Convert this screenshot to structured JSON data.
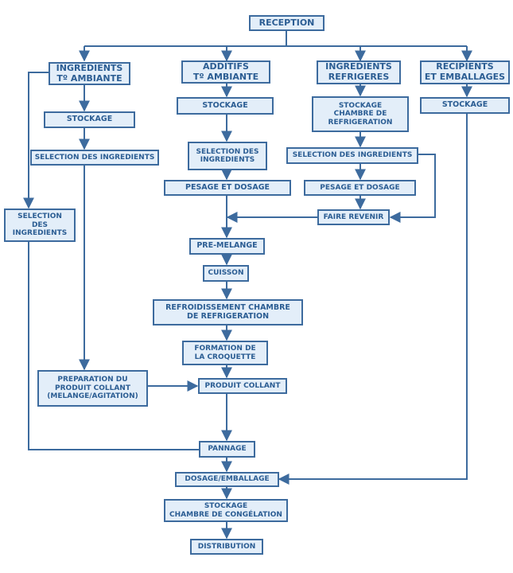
{
  "nodes": {
    "reception": "RECEPTION",
    "ing_ambiant": "INGREDIENTS\nTº AMBIANTE",
    "additifs": "ADDITIFS\nTº AMBIANTE",
    "ing_refrig": "INGREDIENTS\nREFRIGERES",
    "recipients": "RECIPIENTS\nET EMBALLAGES",
    "stockage_1": "STOCKAGE",
    "stockage_2": "STOCKAGE",
    "stockage_3": "STOCKAGE\nCHAMBRE DE\nREFRIGERATION",
    "stockage_4": "STOCKAGE",
    "selection_1": "SELECTION DES INGREDIENTS",
    "selection_2": "SELECTION DES\nINGREDIENTS",
    "selection_3": "SELECTION DES INGREDIENTS",
    "selection_left": "SELECTION\nDES\nINGREDIENTS",
    "pesage_1": "PESAGE ET DOSAGE",
    "pesage_2": "PESAGE ET DOSAGE",
    "faire_revenir": "FAIRE REVENIR",
    "pre_melange": "PRE-MELANGE",
    "cuisson": "CUISSON",
    "refroidissement": "REFROIDISSEMENT CHAMBRE\nDE REFRIGERATION",
    "formation": "FORMATION DE\nLA CROQUETTE",
    "preparation": "PREPARATION DU\nPRODUIT COLLANT\n(MELANGE/AGITATION)",
    "produit_collant": "PRODUIT COLLANT",
    "pannage": "PANNAGE",
    "dosage_emballage": "DOSAGE/EMBALLAGE",
    "stockage_congelation": "STOCKAGE\nCHAMBRE DE CONGÉLATION",
    "distribution": "DISTRIBUTION"
  },
  "colors": {
    "box_fill": "#e3eef9",
    "box_border": "#3d6b9e",
    "text": "#2b5d93",
    "connector": "#3d6b9e"
  }
}
